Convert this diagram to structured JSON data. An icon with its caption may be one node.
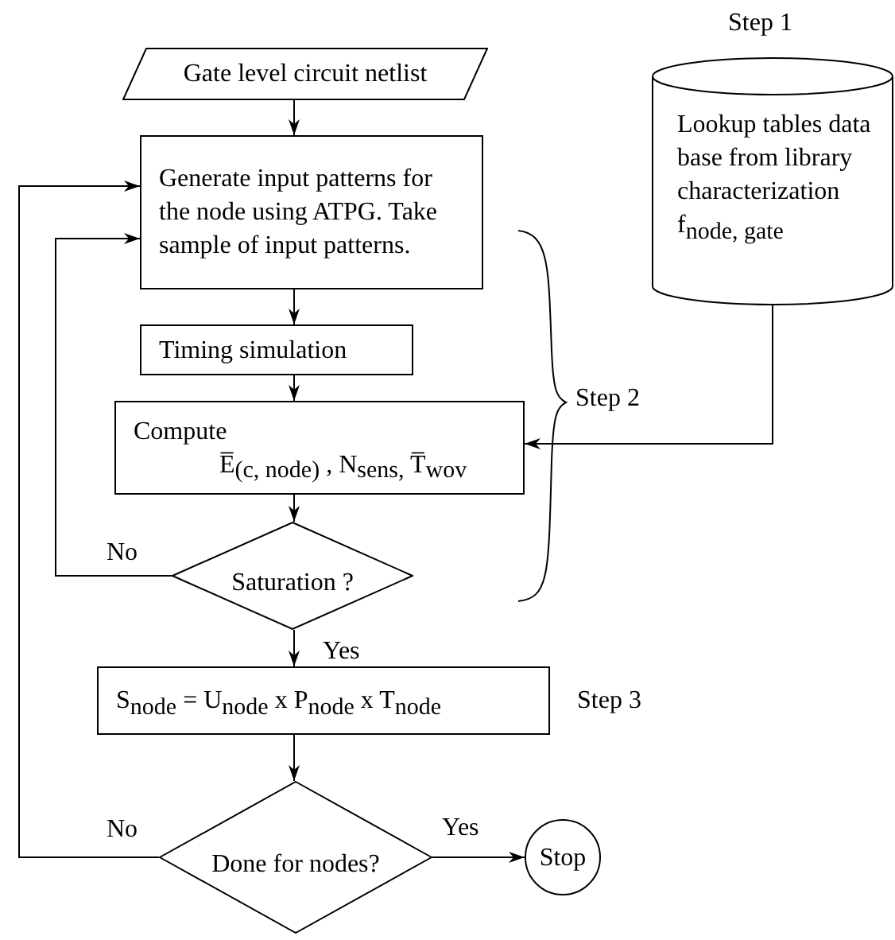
{
  "diagram": {
    "nodes": [
      {
        "text": [
          "Gate level circuit netlist"
        ]
      },
      {
        "text": [
          "Generate input patterns for the node using ATPG. Take sample of input patterns."
        ]
      },
      {
        "text": [
          "Lookup tables data base from library characterization f$_{node, gate}$"
        ],
        "beside": [
          "Step 1"
        ]
      },
      {
        "text": [
          "Timing simulation"
        ]
      },
      {
        "text": [
          "Compute",
          "E̅$_{(c, node)}$ , N$_{sens,}$ T̅$_{wov}$"
        ]
      },
      {
        "text": [
          "Saturation ?"
        ]
      },
      {
        "text": [
          "S$_{node}$ = U$_{node}$ x P$_{node}$ x T$_{node}$"
        ],
        "beside": [
          "Step 3"
        ]
      },
      {
        "text": [
          "Done for nodes?"
        ]
      },
      {
        "text": [
          "Stop"
        ]
      }
    ],
    "edges": [
      {
        "from": 0,
        "to": 1,
        "arrow": "to"
      },
      {
        "from": 1,
        "to": 3,
        "arrow": "to"
      },
      {
        "from": 3,
        "to": 4,
        "arrow": "to"
      },
      {
        "from": 2,
        "to": 4,
        "arrow": "to"
      },
      {
        "from": 4,
        "to": 5,
        "arrow": "to"
      },
      {
        "from": 5,
        "to": 1,
        "arrow": "to",
        "label": "No"
      },
      {
        "from": 5,
        "to": 6,
        "arrow": "to",
        "label": "Yes"
      },
      {
        "from": 6,
        "to": 7,
        "arrow": "to"
      },
      {
        "from": 7,
        "to": 1,
        "arrow": "to",
        "label": "No"
      },
      {
        "from": 7,
        "to": 8,
        "arrow": "to",
        "label": "Yes"
      }
    ],
    "labels": [
      "Step 2"
    ]
  }
}
